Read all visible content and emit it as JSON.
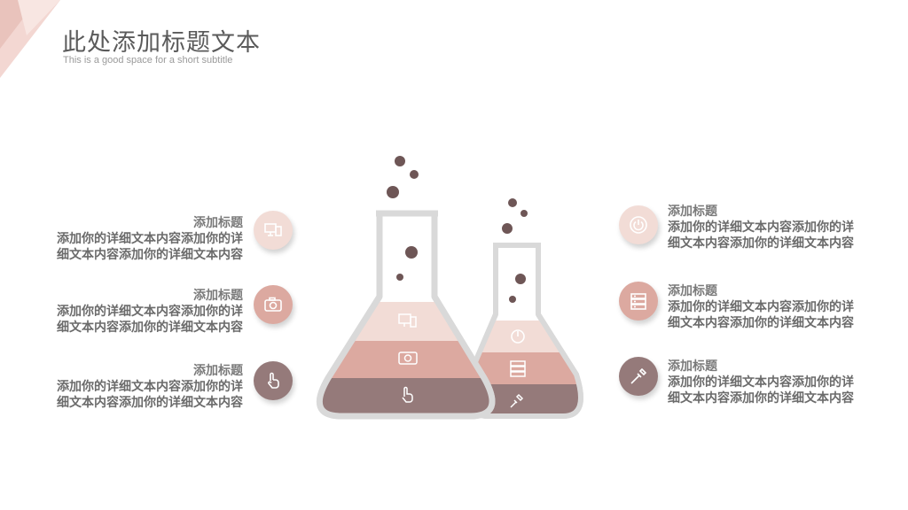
{
  "header": {
    "title": "此处添加标题文本",
    "subtitle": "This is a good space for a short subtitle"
  },
  "left_items": [
    {
      "title": "添加标题",
      "desc": "添加你的详细文本内容添加你的详细文本内容添加你的详细文本内容",
      "icon": "monitor-icon",
      "color": "#f2dcd6"
    },
    {
      "title": "添加标题",
      "desc": "添加你的详细文本内容添加你的详细文本内容添加你的详细文本内容",
      "icon": "camera-icon",
      "color": "#dca9a0"
    },
    {
      "title": "添加标题",
      "desc": "添加你的详细文本内容添加你的详细文本内容添加你的详细文本内容",
      "icon": "hand-pointer-icon",
      "color": "#957a7a"
    }
  ],
  "right_items": [
    {
      "title": "添加标题",
      "desc": "添加你的详细文本内容添加你的详细文本内容添加你的详细文本内容",
      "icon": "power-icon",
      "color": "#f2dcd6"
    },
    {
      "title": "添加标题",
      "desc": "添加你的详细文本内容添加你的详细文本内容添加你的详细文本内容",
      "icon": "server-icon",
      "color": "#dca9a0"
    },
    {
      "title": "添加标题",
      "desc": "添加你的详细文本内容添加你的详细文本内容添加你的详细文本内容",
      "icon": "tools-icon",
      "color": "#957a7a"
    }
  ],
  "colors": {
    "light": "#f2dcd6",
    "mid": "#dca9a0",
    "dark": "#957a7a",
    "bubble": "#6e5656",
    "flask_outline": "#d9d9d9"
  }
}
